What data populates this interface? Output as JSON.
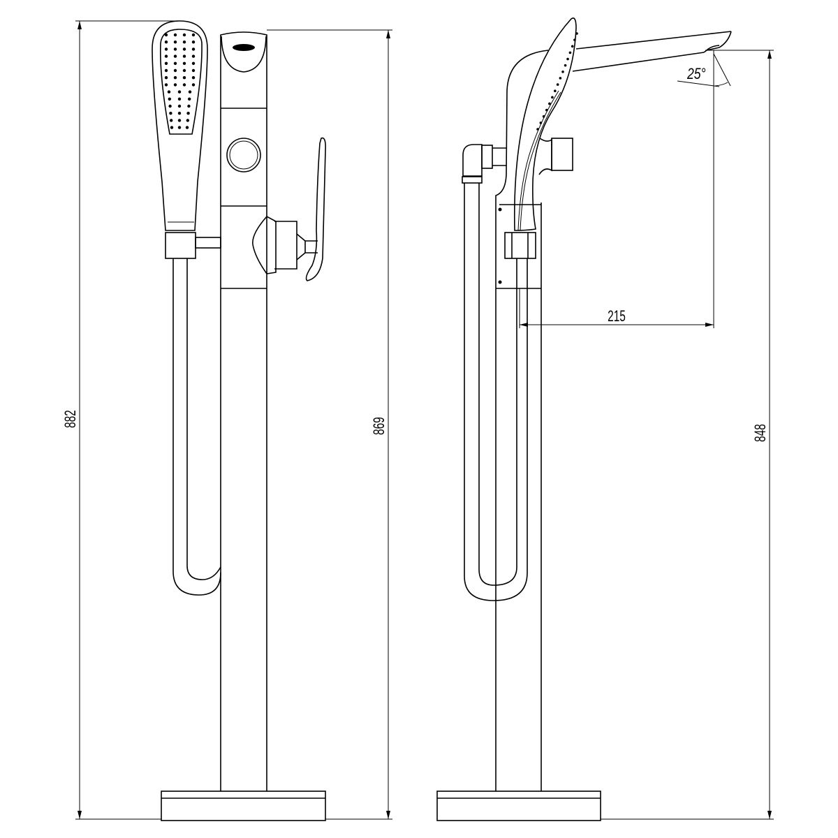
{
  "drawing": {
    "views": [
      "front",
      "side"
    ],
    "line_color": "#000000",
    "background": "#ffffff"
  },
  "dimensions": {
    "front_total_height": "882",
    "front_spout_height": "869",
    "side_spout_height": "848",
    "side_spout_reach": "215",
    "spout_angle": "25°"
  }
}
